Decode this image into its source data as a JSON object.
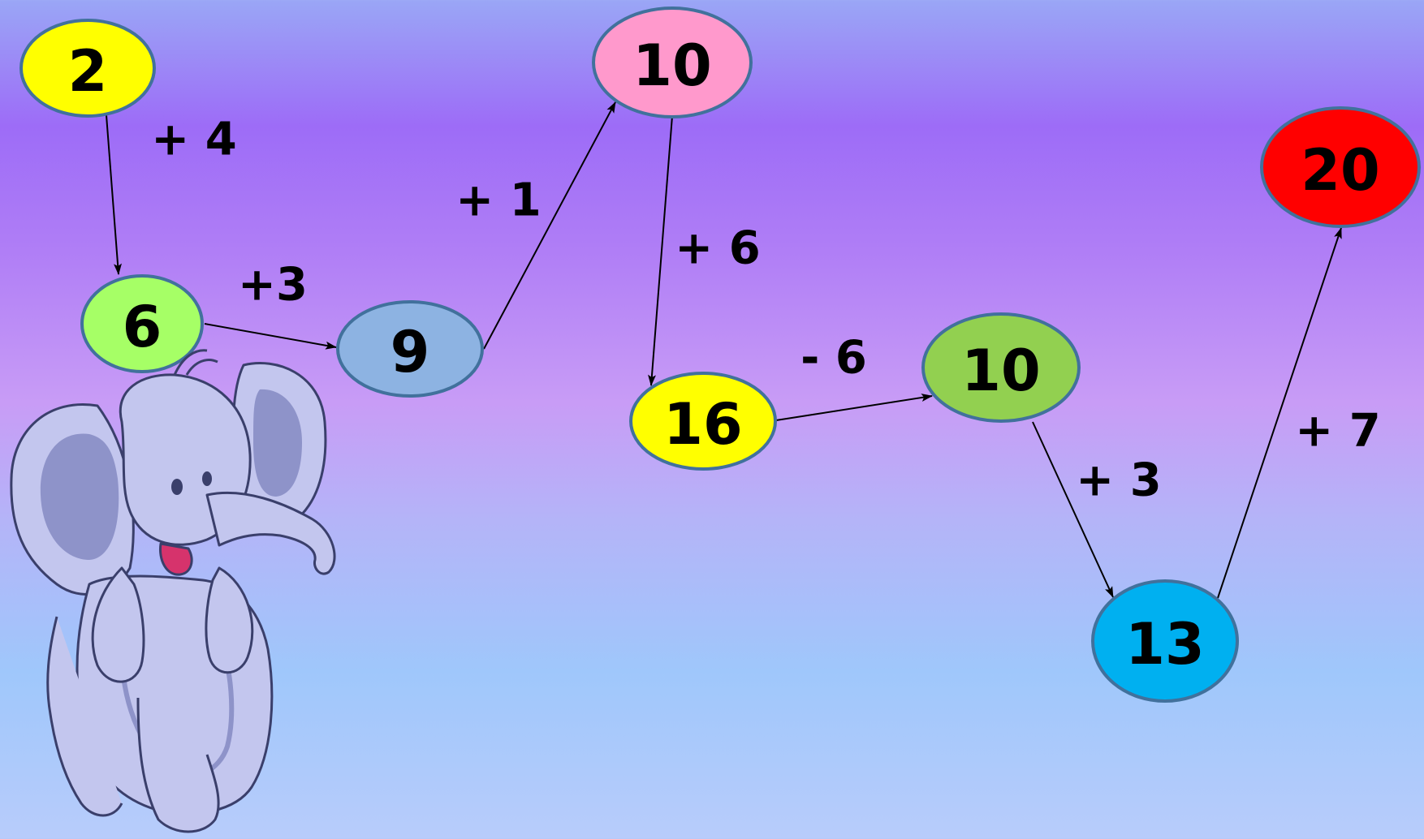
{
  "nodes": [
    {
      "id": "n1",
      "label": "2",
      "color": "#ffff00"
    },
    {
      "id": "n2",
      "label": "6",
      "color": "#a6ff66"
    },
    {
      "id": "n3",
      "label": "9",
      "color": "#8db3e2"
    },
    {
      "id": "n4",
      "label": "10",
      "color": "#ff99cc"
    },
    {
      "id": "n5",
      "label": "16",
      "color": "#ffff00"
    },
    {
      "id": "n6",
      "label": "10",
      "color": "#92d050"
    },
    {
      "id": "n7",
      "label": "13",
      "color": "#00b0f0"
    },
    {
      "id": "n8",
      "label": "20",
      "color": "#ff0000"
    }
  ],
  "operations": [
    {
      "id": "o1",
      "label": "+ 4"
    },
    {
      "id": "o2",
      "label": "+3"
    },
    {
      "id": "o3",
      "label": "+ 1"
    },
    {
      "id": "o4",
      "label": "+ 6"
    },
    {
      "id": "o5",
      "label": "- 6"
    },
    {
      "id": "o6",
      "label": "+ 3"
    },
    {
      "id": "o7",
      "label": "+ 7"
    }
  ],
  "colors": {
    "node_border": "#41719c",
    "elephant_body": "#c3c6ee",
    "elephant_shade": "#8e93c9",
    "elephant_outline": "#3a3f6b"
  },
  "illustration": "elephant-icon"
}
